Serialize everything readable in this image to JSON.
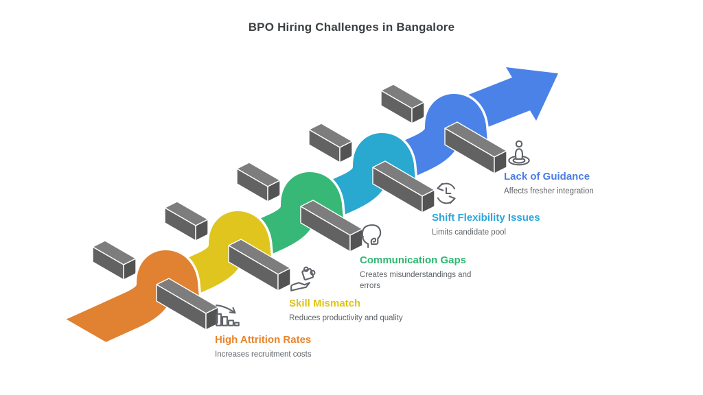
{
  "title": "BPO Hiring Challenges in Bangalore",
  "items": [
    {
      "label": "High Attrition Rates",
      "description": "Increases recruitment costs",
      "label_color": "#e8842c",
      "ribbon_color": "#e08232",
      "icon": "declining-bar-chart-icon"
    },
    {
      "label": "Skill Mismatch",
      "description": "Reduces productivity and quality",
      "label_color": "#e0c413",
      "ribbon_color": "#dfc51d",
      "icon": "hand-puzzle-icon"
    },
    {
      "label": "Communication Gaps",
      "description": "Creates misunderstandings and errors",
      "label_color": "#2eb872",
      "ribbon_color": "#38b877",
      "icon": "head-profile-icon"
    },
    {
      "label": "Shift Flexibility Issues",
      "description": "Limits candidate pool",
      "label_color": "#2ba6dc",
      "ribbon_color": "#29a8d0",
      "icon": "clock-cycle-icon"
    },
    {
      "label": "Lack of Guidance",
      "description": "Affects fresher integration",
      "label_color": "#4a7de6",
      "ribbon_color": "#4a82e8",
      "icon": "person-target-icon"
    }
  ],
  "arrow": {
    "color": "#4a82e8"
  },
  "colors": {
    "background": "#ffffff",
    "title": "#3c4043",
    "description": "#5f6368",
    "icon_stroke": "#5f6368",
    "hurdle_top": "#7d7d7d",
    "hurdle_front": "#626262",
    "hurdle_end": "#535353",
    "hurdle_edge": "#ffffff",
    "ribbon_outline": "#ffffff"
  }
}
